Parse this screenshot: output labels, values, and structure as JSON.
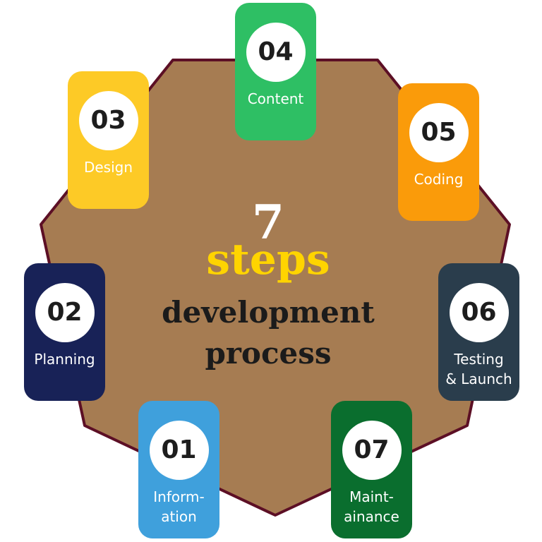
{
  "title": {
    "number": "7",
    "word": "steps",
    "line1": "development",
    "line2": "process"
  },
  "colors": {
    "polygon_fill": "#a67c52",
    "polygon_stroke": "#5c0f25",
    "title_number": "#ffffff",
    "title_word": "#ffd400",
    "title_text": "#1b1b1b"
  },
  "steps": [
    {
      "number": "01",
      "label": "Inform-\nation",
      "color": "#3fa0dc"
    },
    {
      "number": "02",
      "label": "Planning",
      "color": "#182257"
    },
    {
      "number": "03",
      "label": "Design",
      "color": "#fdca26"
    },
    {
      "number": "04",
      "label": "Content",
      "color": "#2ebf64"
    },
    {
      "number": "05",
      "label": "Coding",
      "color": "#fa9b0a"
    },
    {
      "number": "06",
      "label": "Testing\n& Launch",
      "color": "#2a3d4c"
    },
    {
      "number": "07",
      "label": "Maint-\nainance",
      "color": "#0a6e2e"
    }
  ]
}
